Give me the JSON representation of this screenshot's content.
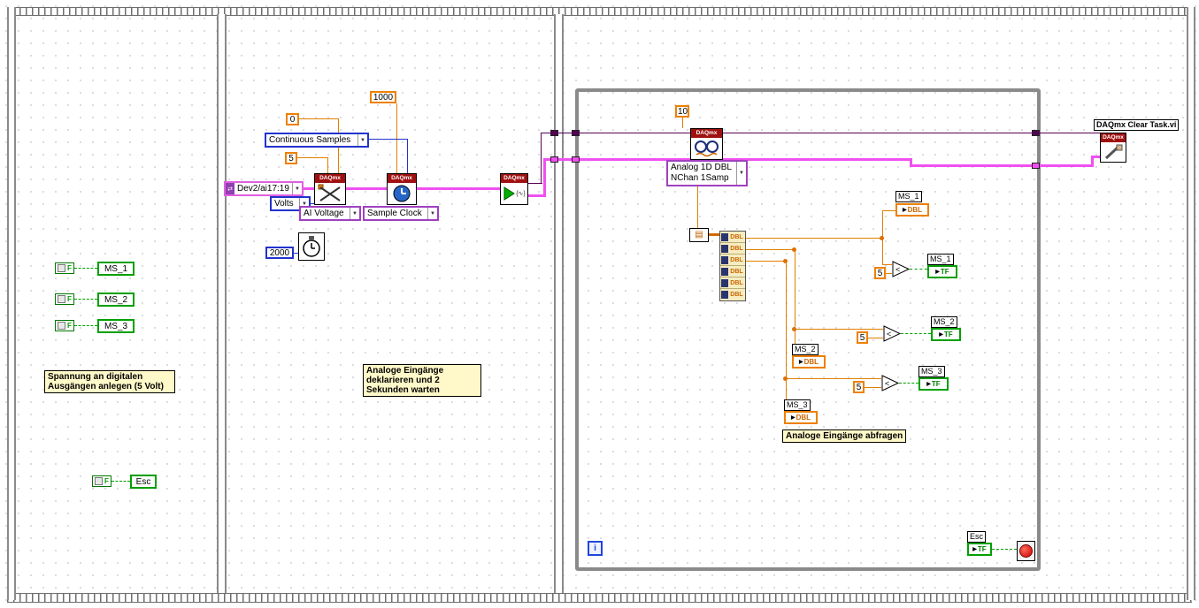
{
  "diagram": {
    "daqmx_banner": "DAQmx"
  },
  "icons": {
    "dropdown": "▼",
    "arrow": "▶",
    "array": "▤",
    "io": "⇄",
    "wave": "{∿}",
    "less": "<"
  },
  "frame1": {
    "bool_value": "F",
    "locals": [
      {
        "label": "MS_1"
      },
      {
        "label": "MS_2"
      },
      {
        "label": "MS_3"
      }
    ],
    "esc_label": "Esc",
    "comment": "Spannung an digitalen Ausgängen anlegen (5 Volt)"
  },
  "frame2": {
    "const_zero": "0",
    "const_five": "5",
    "const_rate": "1000",
    "const_wait": "2000",
    "sample_mode": "Continuous Samples",
    "channel": "Dev2/ai17:19",
    "units": "Volts",
    "channel_type": "AI Voltage",
    "timing_type": "Sample Clock",
    "comment": "Analoge Eingänge deklarieren und 2 Sekunden warten"
  },
  "frame3": {
    "const_samples": "10",
    "read_mode": {
      "line1": "Analog 1D DBL",
      "line2": "NChan 1Samp"
    },
    "index_rows": [
      "DBL",
      "DBL",
      "DBL",
      "DBL",
      "DBL",
      "DBL"
    ],
    "threshold": "5",
    "dbl_text": "DBL",
    "tf_text": "TF",
    "dbl_locals": [
      {
        "label": "MS_1"
      },
      {
        "label": "MS_2"
      },
      {
        "label": "MS_3"
      }
    ],
    "tf_locals": [
      {
        "label": "MS_1"
      },
      {
        "label": "MS_2"
      },
      {
        "label": "MS_3"
      }
    ],
    "esc_label": "Esc",
    "iteration_label": "i",
    "comment": "Analoge Eingänge abfragen",
    "clear_task_label": "DAQmx Clear Task.vi"
  },
  "colors": {
    "wire_orange": "#e08000",
    "wire_blue": "#2233cc",
    "wire_pink": "#f050f0",
    "wire_purple": "#550055",
    "wire_green": "#00a000",
    "daqmx_red": "#a01010",
    "comment_bg": "#fff8c8",
    "loop_border": "#8a8a8a"
  }
}
